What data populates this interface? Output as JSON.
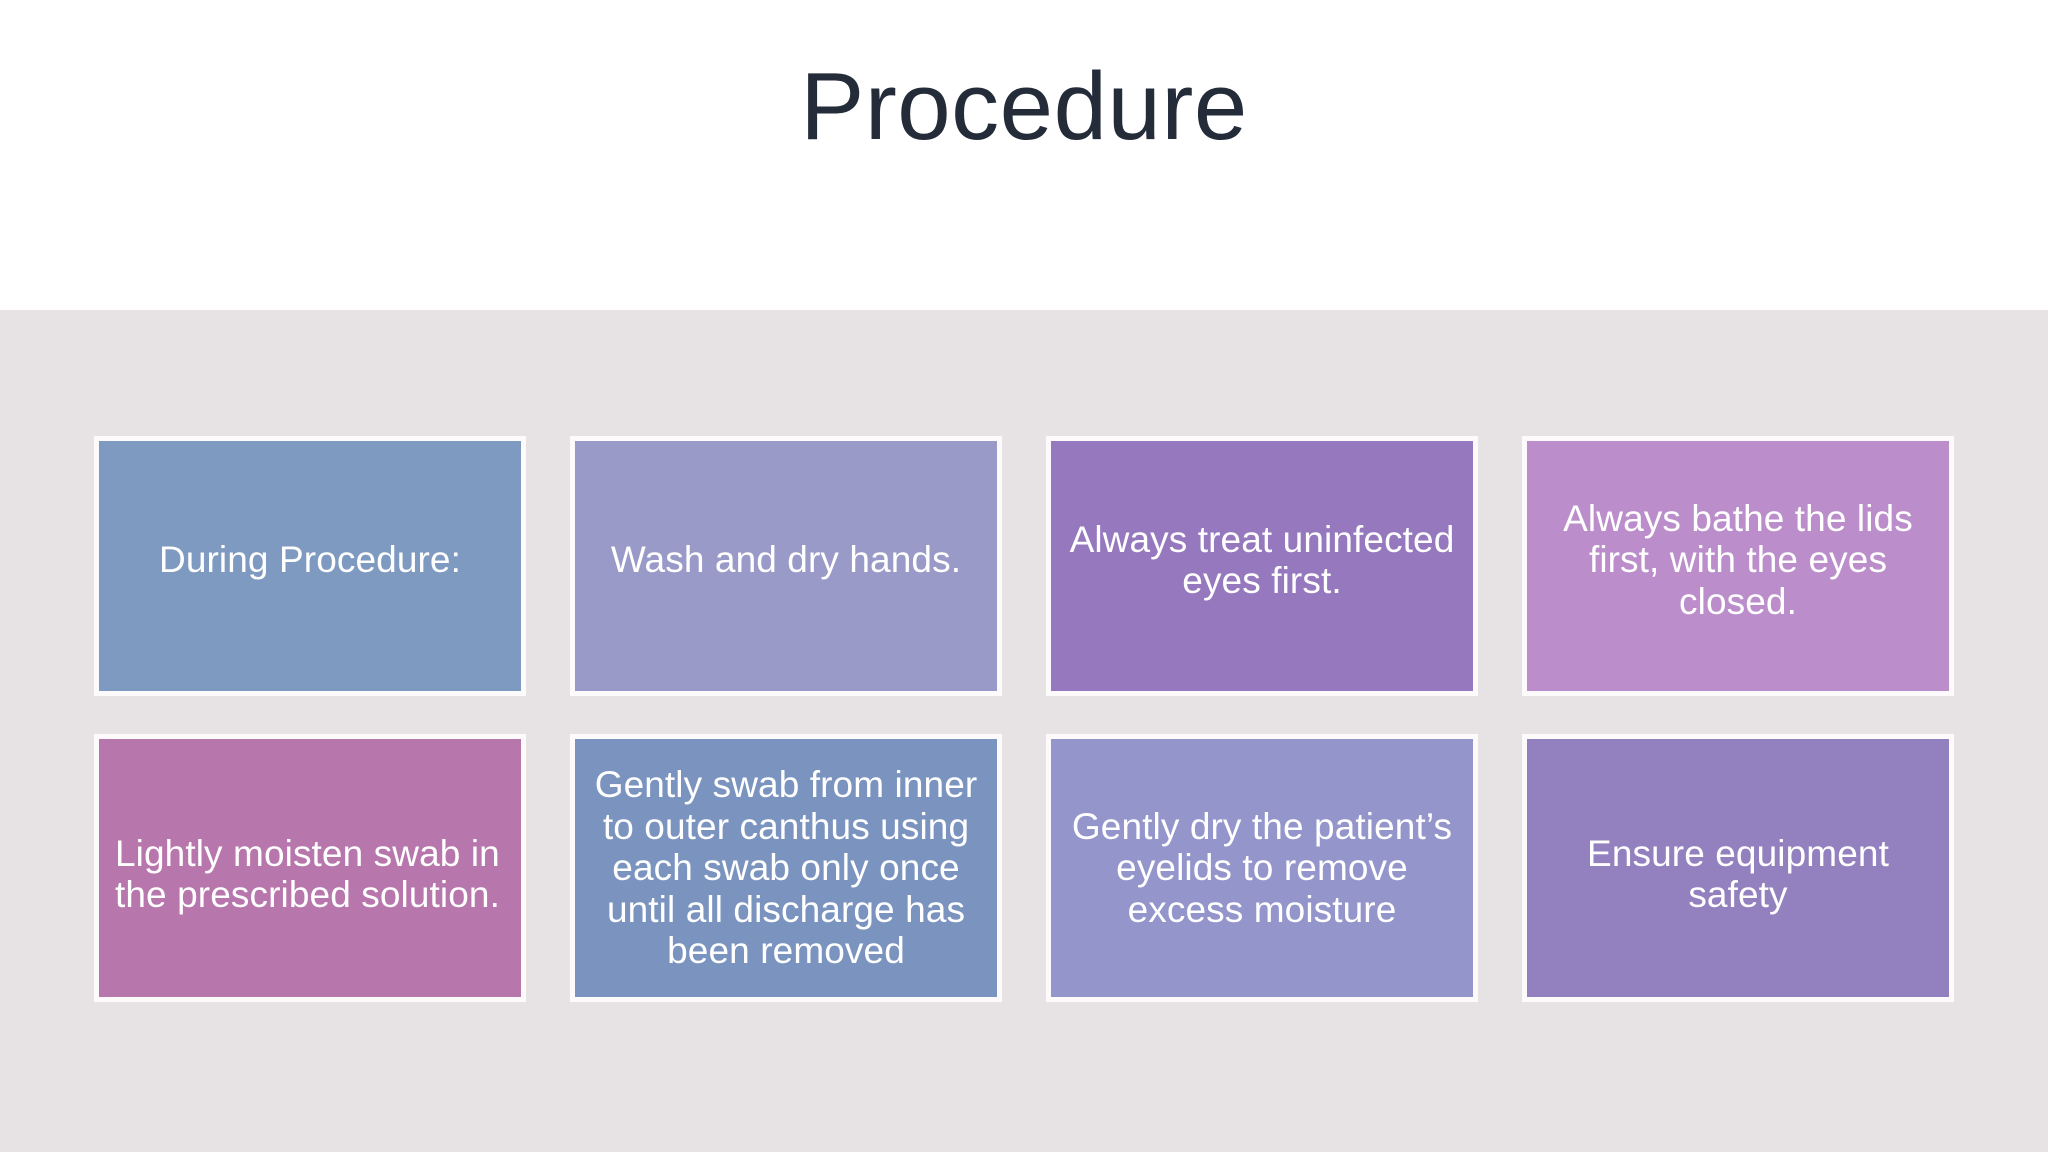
{
  "slide": {
    "title": "Procedure",
    "title_color": "#242C3A",
    "header_background": "#FFFFFF",
    "body_background": "#E7E2E3",
    "card_border_color": "#FCFAFA",
    "card_text_color": "#FFFFFF"
  },
  "cards": [
    {
      "id": "during-procedure",
      "text": "During Procedure:",
      "color": "#7E9AC0",
      "align": "center",
      "row": 1,
      "column": 1
    },
    {
      "id": "wash-and-dry-hands",
      "text": "Wash and dry hands.",
      "color": "#9A9AC9",
      "align": "center",
      "row": 1,
      "column": 2
    },
    {
      "id": "treat-uninfected-eyes-first",
      "text": "Always treat uninfected eyes first.",
      "color": "#9678BE",
      "align": "center",
      "row": 1,
      "column": 3
    },
    {
      "id": "bathe-lids-first",
      "text": "Always bathe the lids first, with the eyes closed.",
      "color": "#BB8ECB",
      "align": "center",
      "row": 1,
      "column": 4
    },
    {
      "id": "moisten-swab",
      "text": "Lightly moisten swab in the prescribed solution.",
      "color": "#B777AC",
      "align": "left",
      "row": 2,
      "column": 1
    },
    {
      "id": "swab-inner-to-outer-canthus",
      "text": "Gently swab from inner to outer canthus using each swab only once until all discharge has been removed",
      "color": "#7B94BF",
      "align": "center",
      "row": 2,
      "column": 2
    },
    {
      "id": "dry-eyelids",
      "text": "Gently dry the patient’s eyelids to remove excess moisture",
      "color": "#9395CB",
      "align": "center",
      "row": 2,
      "column": 3
    },
    {
      "id": "ensure-equipment-safety",
      "text": "Ensure equipment safety",
      "color": "#9380BE",
      "align": "center",
      "row": 2,
      "column": 4
    }
  ]
}
